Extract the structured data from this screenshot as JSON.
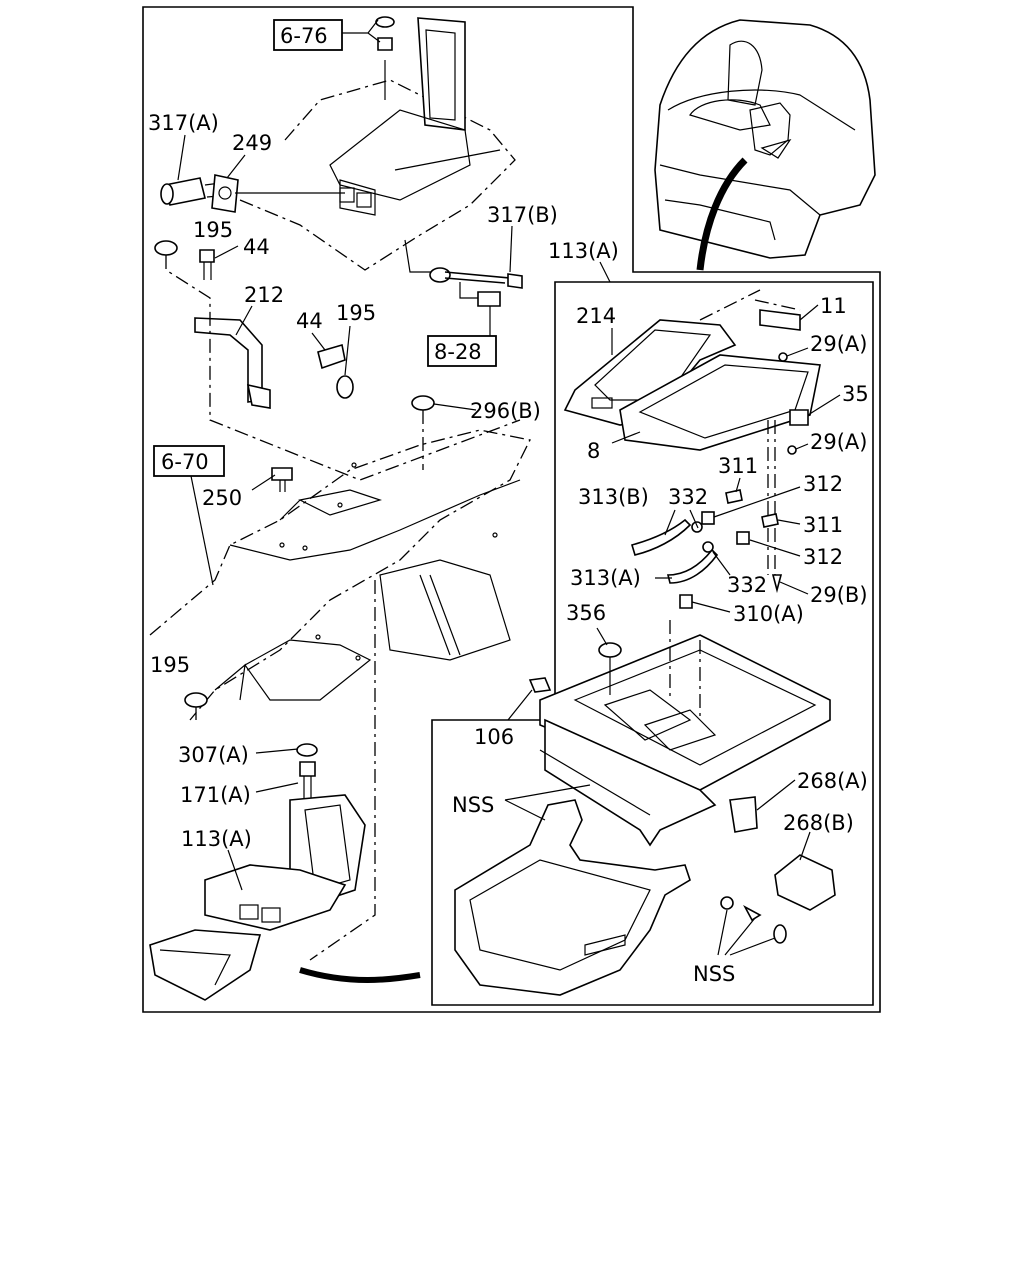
{
  "callouts": {
    "c_6_76": "6-76",
    "c_317a": "317(A)",
    "c_249": "249",
    "c_195_top": "195",
    "c_44_top": "44",
    "c_212": "212",
    "c_44_mid": "44",
    "c_195_mid": "195",
    "c_317b": "317(B)",
    "c_8_28": "8-28",
    "c_113a_top": "113(A)",
    "c_296b": "296(B)",
    "c_6_70": "6-70",
    "c_250": "250",
    "c_195_low": "195",
    "c_307a": "307(A)",
    "c_171a": "171(A)",
    "c_113a_low": "113(A)",
    "c_214": "214",
    "c_11": "11",
    "c_29a_1": "29(A)",
    "c_35": "35",
    "c_8": "8",
    "c_29a_2": "29(A)",
    "c_311_1": "311",
    "c_313b": "313(B)",
    "c_332_1": "332",
    "c_312_1": "312",
    "c_311_2": "311",
    "c_312_2": "312",
    "c_313a": "313(A)",
    "c_332_2": "332",
    "c_29b": "29(B)",
    "c_356": "356",
    "c_310a": "310(A)",
    "c_106": "106",
    "c_nss_1": "NSS",
    "c_268a": "268(A)",
    "c_268b": "268(B)",
    "c_nss_2": "NSS"
  }
}
